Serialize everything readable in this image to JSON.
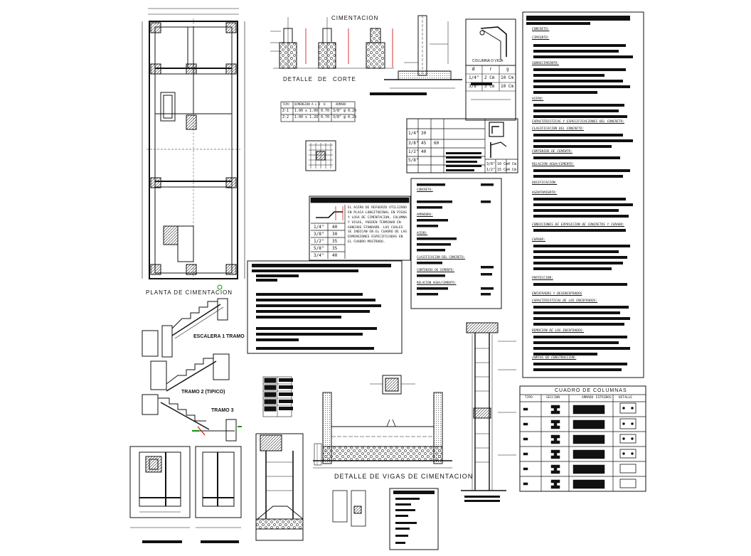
{
  "sheet": {
    "labels": {
      "planta": "PLANTA DE CIMENTACION",
      "detalle_corte_1": "DETALLE",
      "detalle_corte_2": "DE",
      "detalle_corte_3": "CORTE",
      "detalle_corte_4": "CIMENTACION",
      "escalera_1": "ESCALERA 1 TRAMO",
      "tramo_2": "TRAMO 2 (TIPICO)",
      "tramo_3": "TRAMO 3",
      "columna_viga": "COLUMNA O VIGA",
      "vigas_cimentacion": "DETALLE DE VIGAS DE CIMENTACION",
      "cuadro_columnas": "CUADRO DE COLUMNAS"
    },
    "zapata_table": {
      "headers": [
        "TIPO",
        "DIMENSION A x B",
        "H",
        "ARMADO"
      ],
      "rows": [
        [
          "Z-1",
          "1.00 x 1.00",
          "0.70",
          "3/8\" @ 0.20"
        ],
        [
          "Z-2",
          "1.00 x 1.20",
          "0.70",
          "3/8\" @ 0.20"
        ]
      ]
    },
    "gancho_table": {
      "headers": [
        "Ø",
        "r",
        "g"
      ],
      "rows": [
        [
          "1/4\"",
          "2 Cm",
          "10 Cm"
        ],
        [
          "3/8\"",
          "3 Cm",
          "10 Cm"
        ]
      ]
    },
    "anclaje_table": {
      "rows": [
        [
          "1/4\"",
          "40"
        ],
        [
          "3/8\"",
          "30"
        ],
        [
          "1/2\"",
          "35"
        ],
        [
          "5/8\"",
          "35"
        ],
        [
          "3/4\"",
          "40"
        ]
      ],
      "note": "EL ACERO DE REFUERZO UTILIZADO EN PLACA LONGITUDINAL EN PISOS Y LOSA DE CIMENTACION, COLUMNA Y VIGAS, PUEDEN TERMINAR EN GANCHOS STANDARD. LOS CUALES SE INDICAN EN EL CUADRO DE LAS DIMENSIONES ESPECIFICADAS EN EL CUADRO MOSTRADO."
    },
    "traslape_table": {
      "rows": [
        [
          "1/4\"",
          "30",
          ""
        ],
        [
          "3/8\"",
          "45",
          "60"
        ],
        [
          "1/2\"",
          "40",
          ""
        ],
        [
          "5/8\"",
          "",
          ""
        ]
      ],
      "notes_small": [
        [
          "3/8\"",
          "10 Cm",
          "4 Cm"
        ],
        [
          "1/2\"",
          "15 Cm",
          "4 Cm"
        ]
      ]
    },
    "notas_panel": {
      "headings": [
        "CONCRETO:",
        "CIMIENTO:",
        "SOBRECIMIENTO:",
        "ACERO:",
        "CARACTERISTICAS Y ESPECIFICACIONES DEL CONCRETO:",
        "CLASIFICACION DEL CONCRETO:",
        "CONTENIDO DE CEMENTO:",
        "RELACION AGUA/CEMENTO:",
        "DOSIFICACION:",
        "ASENTAMIENTO:",
        "CONDICIONES DE EXPOSICION DE CONCRETOS Y CURADO:",
        "CURADO:",
        "PROTECCION:",
        "ENCOFRADOS Y DESENCOFRADOS",
        "CARACTERISTICAS DE LOS ENCOFRADOS:",
        "REMOCION DE LOS ENCOFRADOS:",
        "JUNTAS DE CONSTRUCCION:"
      ]
    },
    "mid_panel": {
      "headings": [
        "CONCRETO:",
        "ARMADURA:",
        "ACERO:",
        "CLASIFICACION DEL CONCRETO:",
        "CONTENIDO DE CEMENTO:",
        "RELACION AGUA/CEMENTO:"
      ]
    },
    "columnas_cols": [
      "TIPO",
      "SECCION",
      "ARMADO",
      "ESTRIBOS",
      "DETALLE"
    ]
  }
}
